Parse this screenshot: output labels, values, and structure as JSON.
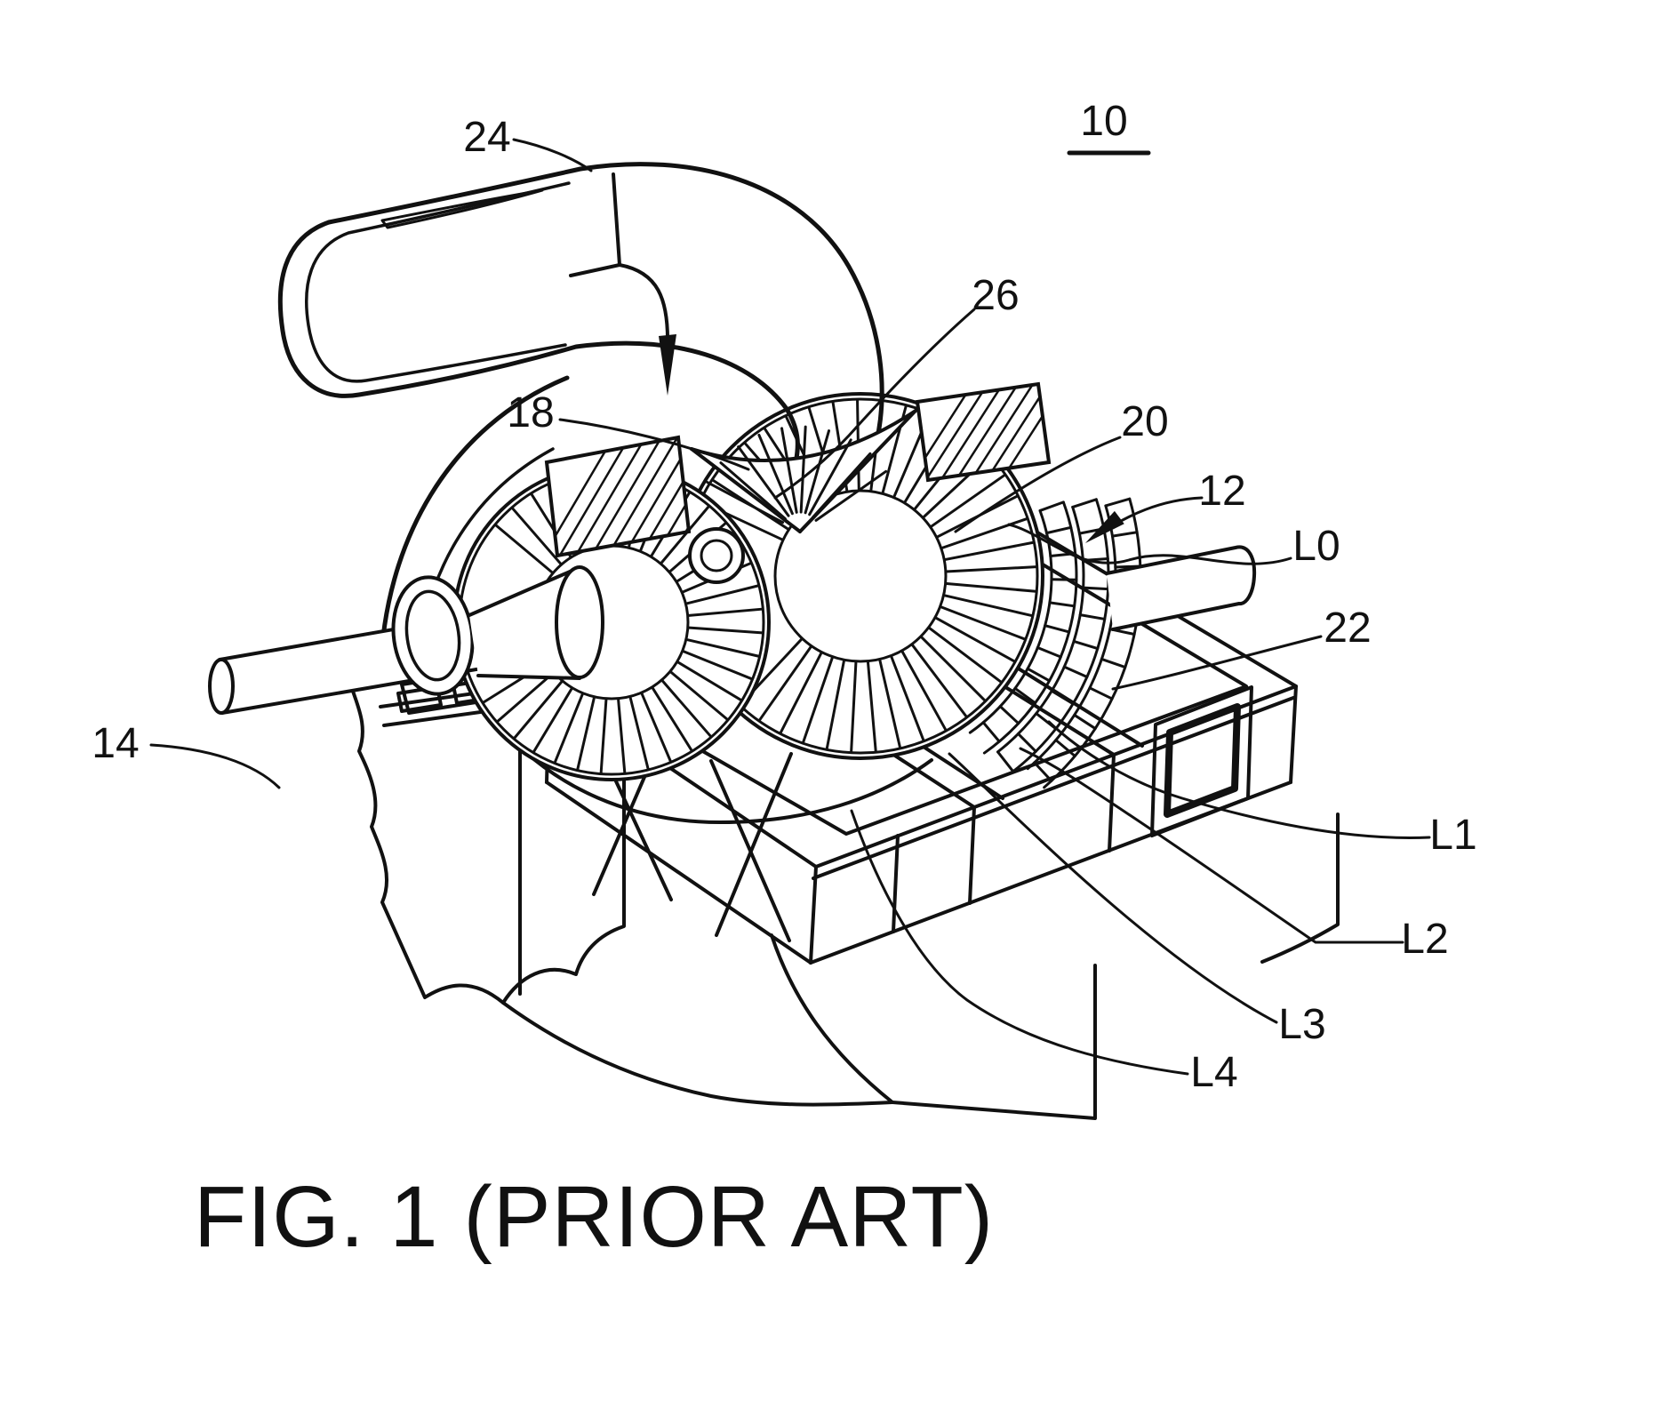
{
  "figure": {
    "caption": "FIG. 1 (PRIOR ART)",
    "figure_number": "10",
    "ink_color": "#111111",
    "paper_color": "#ffffff",
    "subject": "steam turbine on base frame, isometric patent line drawing"
  },
  "labels": {
    "n10": "10",
    "n24": "24",
    "n26": "26",
    "n18": "18",
    "n20": "20",
    "n12": "12",
    "l0": "L0",
    "n22": "22",
    "n14": "14",
    "l1": "L1",
    "l2": "L2",
    "l3": "L3",
    "l4": "L4"
  }
}
